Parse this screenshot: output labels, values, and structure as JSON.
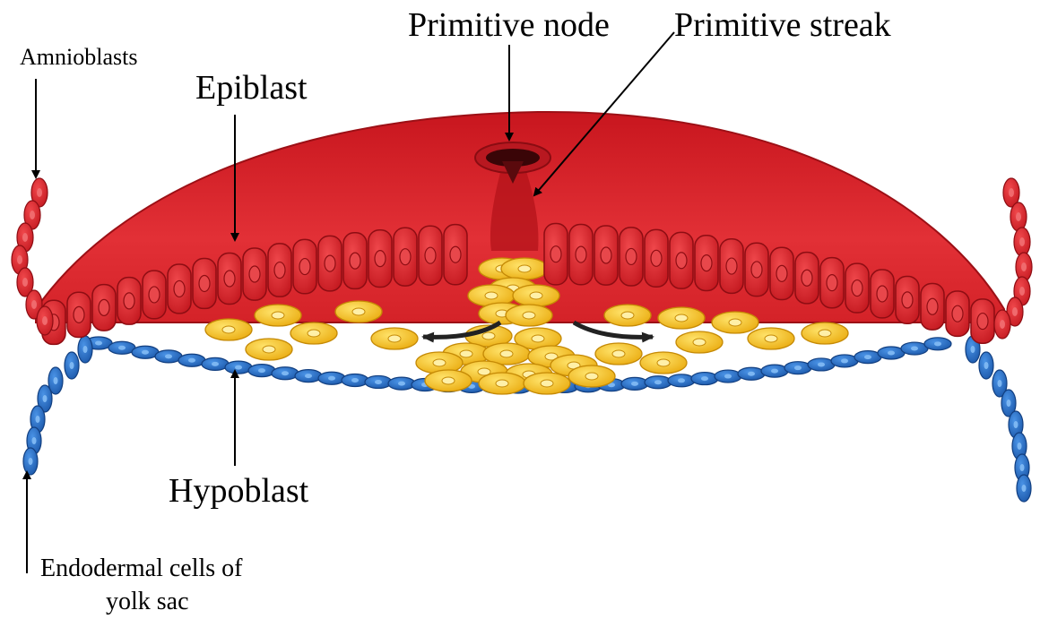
{
  "labels": {
    "amnioblasts": "Amnioblasts",
    "epiblast": "Epiblast",
    "primitive_node": "Primitive node",
    "primitive_streak": "Primitive streak",
    "hypoblast": "Hypoblast",
    "endodermal_line1": "Endodermal cells of",
    "endodermal_line2": "yolk sac"
  },
  "colors": {
    "epiblast_red": "#e02a2e",
    "epiblast_dark": "#a8141b",
    "mesoderm_yellow": "#f6c51a",
    "hypoblast_blue": "#2a73cc",
    "hypoblast_dark": "#1b4f9a",
    "migration_arrow": "#222222"
  }
}
